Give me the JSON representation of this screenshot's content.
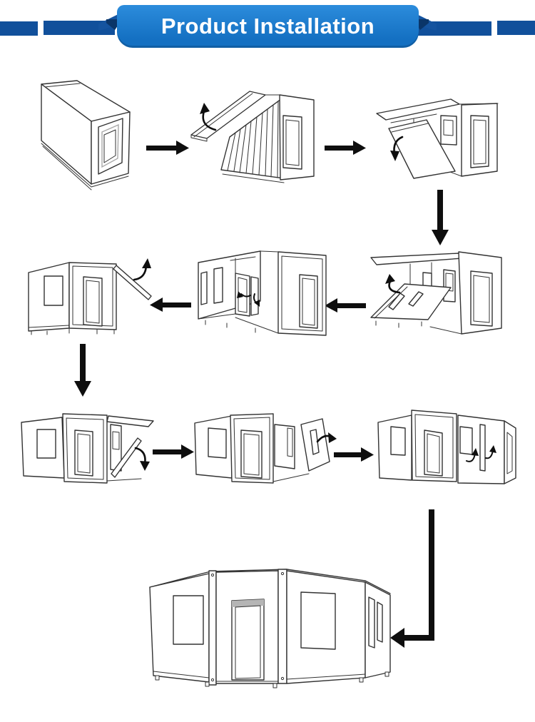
{
  "header": {
    "title": "Product Installation"
  },
  "colors": {
    "ribbon": "#1470c2",
    "ribbon-light": "#2c8cdc",
    "ribbon-dark": "#15549f",
    "fold-shadow": "#0a3568",
    "side-bar": "#11509b",
    "title-text": "#ffffff",
    "line": "#333333",
    "arrow": "#0e0e0e",
    "accent-gray": "#a9a9a9"
  },
  "flow": {
    "steps": [
      {
        "id": 1,
        "illustration": "flat-packed-container"
      },
      {
        "id": 2,
        "illustration": "side-panel-lifting-open"
      },
      {
        "id": 3,
        "illustration": "roof-extended-wall-folding-down"
      },
      {
        "id": 4,
        "illustration": "end-floor-panel-folding-up"
      },
      {
        "id": 5,
        "illustration": "expanded-frame-door-open"
      },
      {
        "id": 6,
        "illustration": "side-view-panel-raising"
      },
      {
        "id": 7,
        "illustration": "side-view-floor-folding-down"
      },
      {
        "id": 8,
        "illustration": "side-wall-closing"
      },
      {
        "id": 9,
        "illustration": "both-wings-expanded"
      },
      {
        "id": 10,
        "illustration": "completed-expandable-house"
      }
    ],
    "connectors": [
      {
        "from": 1,
        "to": 2,
        "direction": "right"
      },
      {
        "from": 2,
        "to": 3,
        "direction": "right"
      },
      {
        "from": 3,
        "to": 4,
        "direction": "down"
      },
      {
        "from": 4,
        "to": 5,
        "direction": "left"
      },
      {
        "from": 5,
        "to": 6,
        "direction": "left"
      },
      {
        "from": 6,
        "to": 7,
        "direction": "down"
      },
      {
        "from": 7,
        "to": 8,
        "direction": "right"
      },
      {
        "from": 8,
        "to": 9,
        "direction": "right"
      },
      {
        "from": 9,
        "to": 10,
        "direction": "down-then-left"
      }
    ]
  }
}
